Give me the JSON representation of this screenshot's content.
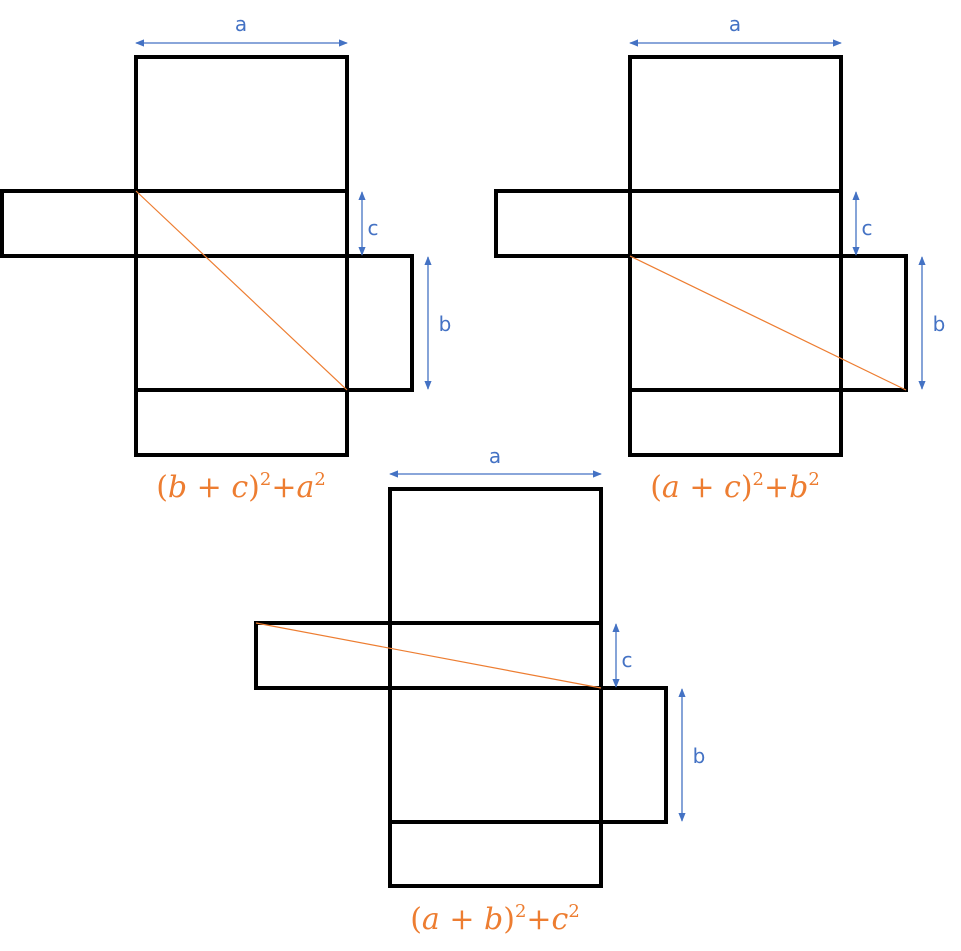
{
  "colors": {
    "outline": "#000000",
    "diagonal": "#ED7D31",
    "dimension": "#4472C4",
    "formula": "#ED7D31"
  },
  "icons": [
    "double-arrow-icon"
  ],
  "nets": [
    {
      "labels": {
        "a": "a",
        "b": "b",
        "c": "c"
      },
      "formula": {
        "open": "(",
        "t1": "b",
        "plus": " + ",
        "t2": "c",
        "close": ")",
        "exp1": "2",
        "plus2": "+",
        "t3": "a",
        "exp2": "2"
      }
    },
    {
      "labels": {
        "a": "a",
        "b": "b",
        "c": "c"
      },
      "formula": {
        "open": "(",
        "t1": "a",
        "plus": " + ",
        "t2": "c",
        "close": ")",
        "exp1": "2",
        "plus2": "+",
        "t3": "b",
        "exp2": "2"
      }
    },
    {
      "labels": {
        "a": "a",
        "b": "b",
        "c": "c"
      },
      "formula": {
        "open": "(",
        "t1": "a",
        "plus": " + ",
        "t2": "b",
        "close": ")",
        "exp1": "2",
        "plus2": "+",
        "t3": "c",
        "exp2": "2"
      }
    }
  ]
}
